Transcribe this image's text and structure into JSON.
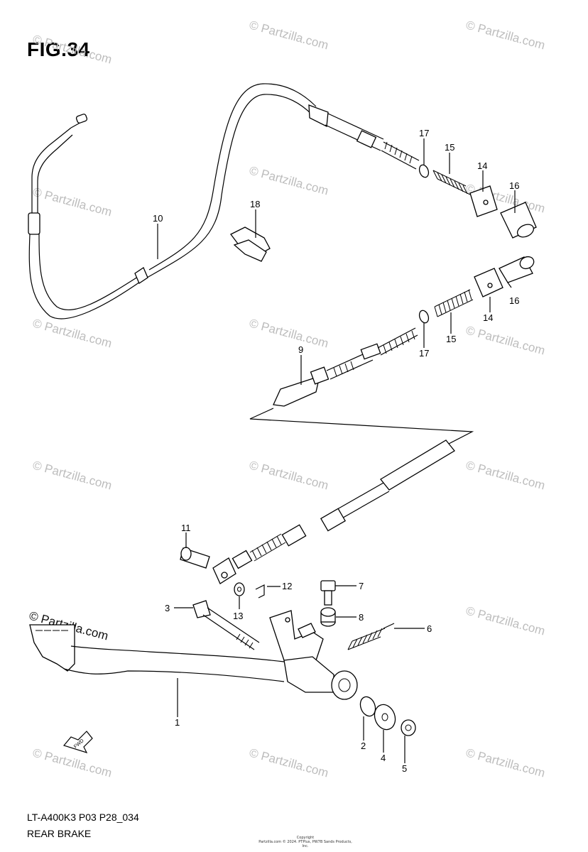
{
  "figure": {
    "title": "FIG.34",
    "code": "LT-A400K3 P03 P28_034",
    "caption": "REAR BRAKE",
    "copyright": "Copyright\nPartzilla.com © 2024. PTPlus, PW7B Sands Products, Inc."
  },
  "watermark": {
    "text": "© Partzilla.com",
    "bottom_left_text": "© Partzilla.com"
  },
  "callouts": [
    {
      "id": "c10",
      "label": "10"
    },
    {
      "id": "c18",
      "label": "18"
    },
    {
      "id": "c17a",
      "label": "17"
    },
    {
      "id": "c15a",
      "label": "15"
    },
    {
      "id": "c14a",
      "label": "14"
    },
    {
      "id": "c16a",
      "label": "16"
    },
    {
      "id": "c16b",
      "label": "16"
    },
    {
      "id": "c14b",
      "label": "14"
    },
    {
      "id": "c15b",
      "label": "15"
    },
    {
      "id": "c17b",
      "label": "17"
    },
    {
      "id": "c9",
      "label": "9"
    },
    {
      "id": "c11",
      "label": "11"
    },
    {
      "id": "c12",
      "label": "12"
    },
    {
      "id": "c13",
      "label": "13"
    },
    {
      "id": "c7",
      "label": "7"
    },
    {
      "id": "c8",
      "label": "8"
    },
    {
      "id": "c3",
      "label": "3"
    },
    {
      "id": "c6",
      "label": "6"
    },
    {
      "id": "c1",
      "label": "1"
    },
    {
      "id": "c2",
      "label": "2"
    },
    {
      "id": "c4",
      "label": "4"
    },
    {
      "id": "c5",
      "label": "5"
    }
  ],
  "fwd_arrow": {
    "label": "FWD"
  }
}
